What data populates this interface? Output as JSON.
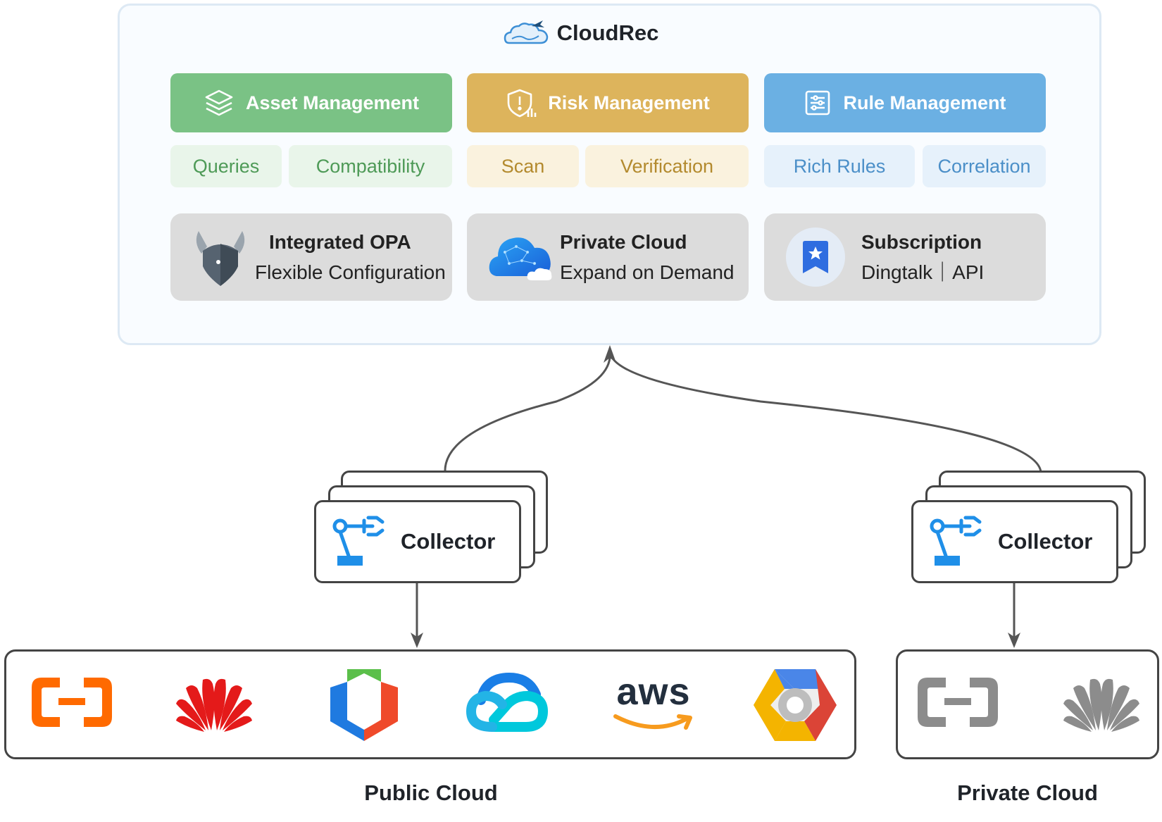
{
  "app": {
    "name": "CloudRec"
  },
  "modules": [
    {
      "title": "Asset Management",
      "icon": "layers-icon",
      "color": "#7ac285",
      "subs": [
        "Queries",
        "Compatibility"
      ]
    },
    {
      "title": "Risk Management",
      "icon": "shield-alert-icon",
      "color": "#ddb45c",
      "subs": [
        "Scan",
        "Verification"
      ]
    },
    {
      "title": "Rule Management",
      "icon": "rules-list-icon",
      "color": "#6bb0e3",
      "subs": [
        "Rich Rules",
        "Correlation"
      ]
    }
  ],
  "features": [
    {
      "title": "Integrated OPA",
      "desc": "Flexible Configuration",
      "icon": "opa-icon"
    },
    {
      "title": "Private Cloud",
      "desc": "Expand on Demand",
      "icon": "cloud-network-icon"
    },
    {
      "title": "Subscription",
      "desc": "Dingtalk｜API",
      "icon": "bookmark-star-icon"
    }
  ],
  "collectors": [
    {
      "label": "Collector",
      "icon": "robot-arm-icon"
    },
    {
      "label": "Collector",
      "icon": "robot-arm-icon"
    }
  ],
  "public_cloud": {
    "label": "Public Cloud",
    "providers": [
      {
        "name": "Alibaba Cloud",
        "icon": "alibaba-cloud-icon"
      },
      {
        "name": "Huawei Cloud",
        "icon": "huawei-icon"
      },
      {
        "name": "Volcano Engine",
        "icon": "volcengine-icon"
      },
      {
        "name": "Tencent Cloud",
        "icon": "tencent-cloud-icon"
      },
      {
        "name": "AWS",
        "icon": "aws-icon",
        "wordmark": "aws"
      },
      {
        "name": "Google Cloud",
        "icon": "google-cloud-icon"
      }
    ]
  },
  "private_cloud": {
    "label": "Private Cloud",
    "providers": [
      {
        "name": "Alibaba Cloud",
        "icon": "alibaba-cloud-icon"
      },
      {
        "name": "Huawei Cloud",
        "icon": "huawei-icon"
      }
    ]
  }
}
